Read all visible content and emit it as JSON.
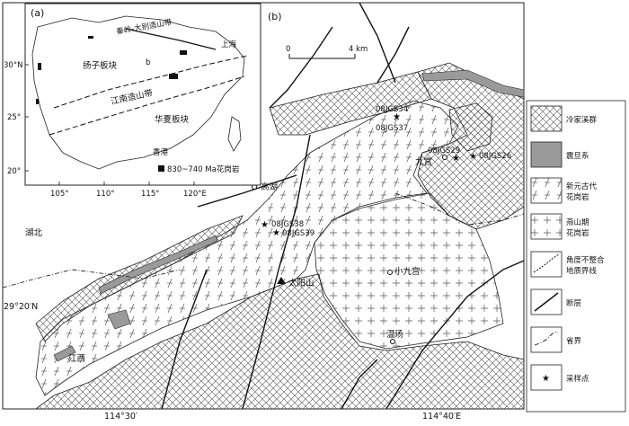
{
  "inset": {
    "panel_label": "(a)",
    "region_labels": {
      "orogen_north": "秦岭-大别造山带",
      "shanghai": "上海",
      "yangtze": "扬子板块",
      "b_marker": "b",
      "jiangnan": "江南造山带",
      "cathaysia": "华夏板块",
      "hongkong": "香港"
    },
    "granite_legend": "830~740 Ma花岗岩",
    "lon_ticks": [
      "105°",
      "110°",
      "115°",
      "120°E"
    ],
    "lat_ticks": [
      "30°N",
      "25°",
      "20°"
    ]
  },
  "main": {
    "panel_label": "(b)",
    "scale": {
      "zero": "0",
      "km": "4 km"
    },
    "places": {
      "gaohu": "高湖",
      "hubei": "湖北",
      "jiangxi": "江西",
      "taiyangshan": "太阳山",
      "jiugong": "九宫",
      "xiaojiugong": "小九宫",
      "wentang": "温汤"
    },
    "samples": [
      "08JGS34",
      "08JGS37",
      "08JGS29",
      "08JGS26",
      "08JGS38",
      "08JGS39"
    ],
    "bottom_lon": [
      "114°30′",
      "114°40′E"
    ],
    "left_lat": [
      "29°20′N"
    ]
  },
  "legend": {
    "items": [
      {
        "label": "冷家溪群"
      },
      {
        "label": "震旦系"
      },
      {
        "label": "新元古代\n花岗岩"
      },
      {
        "label": "燕山期\n花岗岩"
      },
      {
        "label": "角度不整合\n地质界线"
      },
      {
        "label": "断层"
      },
      {
        "label": "省界"
      },
      {
        "label": "采样点"
      }
    ]
  }
}
